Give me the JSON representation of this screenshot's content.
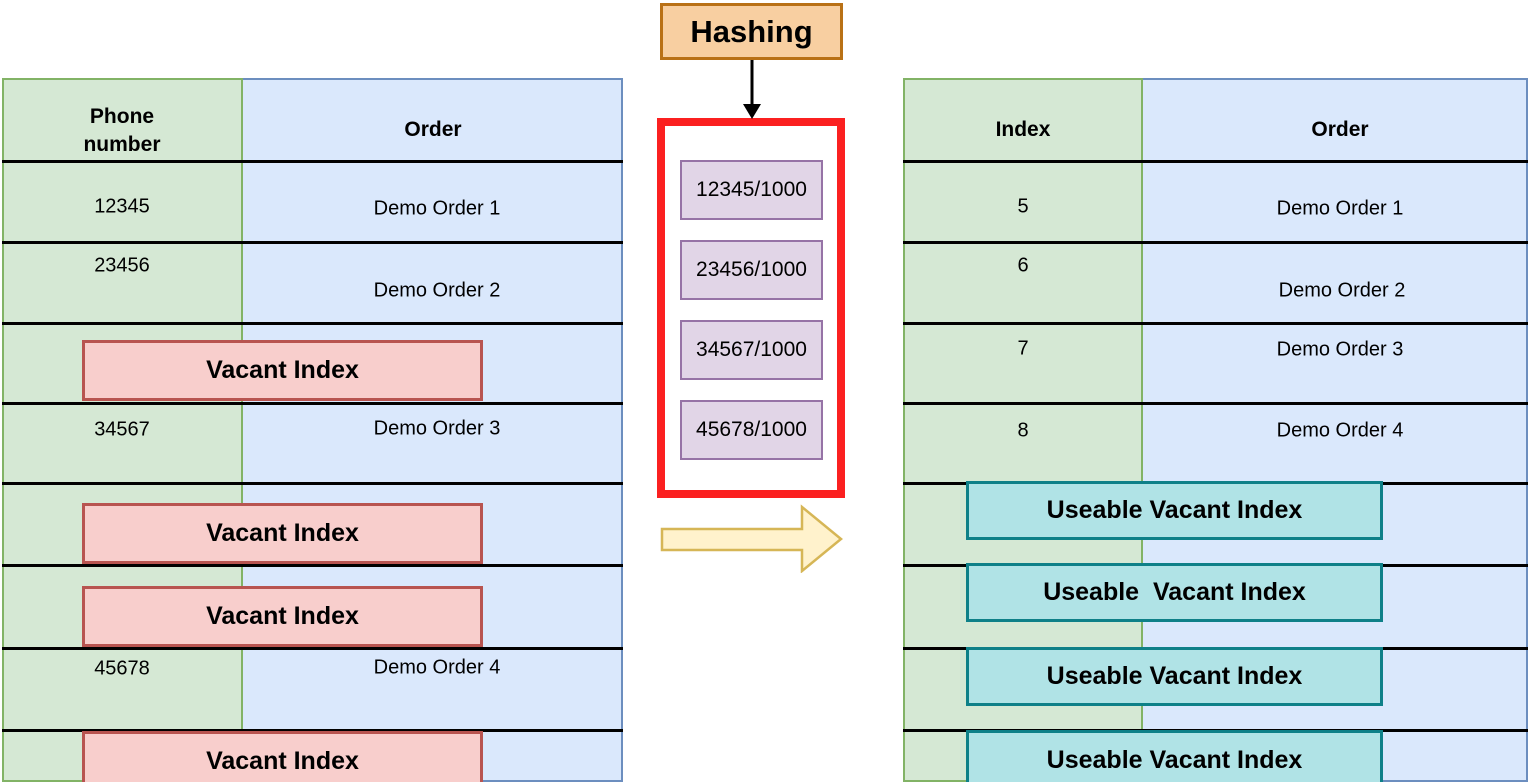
{
  "hashing": {
    "label": "Hashing",
    "values": [
      "12345/1000",
      "23456/1000",
      "34567/1000",
      "45678/1000"
    ]
  },
  "left_table": {
    "col1_header": "Phone number",
    "col2_header": "Order",
    "rows": [
      {
        "phone": "12345",
        "order": "Demo Order 1"
      },
      {
        "phone": "23456",
        "order": "Demo Order 2"
      },
      {
        "vacant": "Vacant Index"
      },
      {
        "phone": "34567",
        "order": "Demo Order 3"
      },
      {
        "vacant": "Vacant Index"
      },
      {
        "vacant": "Vacant Index"
      },
      {
        "phone": "45678",
        "order": "Demo Order 4"
      },
      {
        "vacant": "Vacant Index"
      }
    ]
  },
  "right_table": {
    "col1_header": "Index",
    "col2_header": "Order",
    "rows": [
      {
        "index": "5",
        "order": "Demo Order 1"
      },
      {
        "index": "6",
        "order": "Demo Order 2"
      },
      {
        "index": "7",
        "order": "Demo Order 3"
      },
      {
        "index": "8",
        "order": "Demo Order 4"
      },
      {
        "useable": "Useable Vacant Index"
      },
      {
        "useable": "Useable  Vacant Index"
      },
      {
        "useable": "Useable Vacant Index"
      },
      {
        "useable": "Useable Vacant Index"
      }
    ]
  },
  "colors": {
    "green_fill": "#d5e8d4",
    "green_border": "#82b366",
    "blue_fill": "#dae8fc",
    "blue_border": "#6c8ebf",
    "vacant_fill": "#f8cecc",
    "vacant_border": "#b85450",
    "useable_fill": "#b0e3e6",
    "useable_border": "#0e8088",
    "hash_value_fill": "#e1d5e7",
    "hash_value_border": "#9673a6",
    "hashing_fill": "#f8cfa1",
    "hashing_border": "#b97116",
    "red_frame": "#fb2020",
    "flow_arrow_fill": "#fff2cc",
    "flow_arrow_border": "#d6b656",
    "line_color": "#000000"
  }
}
